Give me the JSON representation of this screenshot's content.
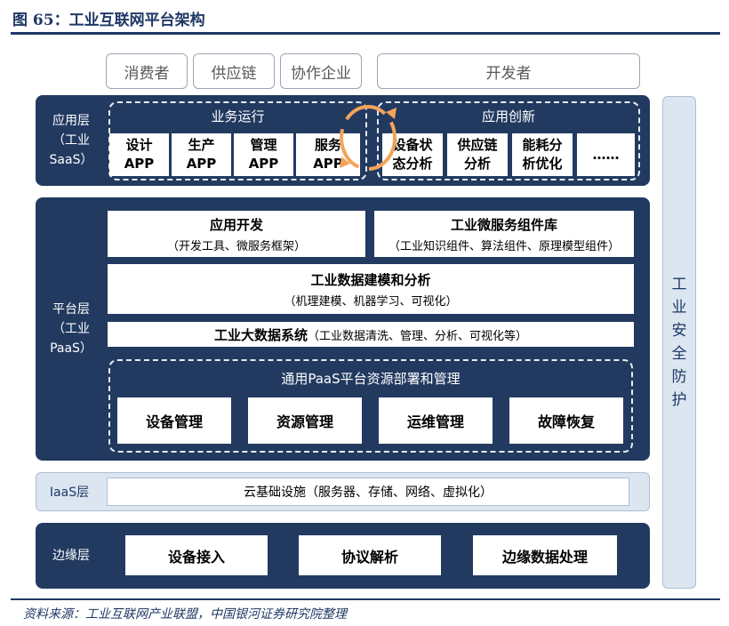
{
  "figure": {
    "title": "图 65：工业互联网平台架构",
    "source": "资料来源：工业互联网产业联盟，中国银河证券研究院整理"
  },
  "actors": [
    "消费者",
    "供应链",
    "协作企业",
    "开发者"
  ],
  "application_layer": {
    "label": "应用层\n（工业SaaS）",
    "business_ops": {
      "title": "业务运行",
      "apps": [
        "设计\nAPP",
        "生产\nAPP",
        "管理\nAPP",
        "服务\nAPP"
      ]
    },
    "app_innovation": {
      "title": "应用创新",
      "apps": [
        "设备状\n态分析",
        "供应链\n分析",
        "能耗分\n析优化",
        "……"
      ]
    }
  },
  "platform_layer": {
    "label": "平台层\n（工业PaaS）",
    "app_dev": {
      "title": "应用开发",
      "subtitle": "（开发工具、微服务框架）"
    },
    "microservice_lib": {
      "title": "工业微服务组件库",
      "subtitle": "（工业知识组件、算法组件、原理模型组件）"
    },
    "data_modeling": {
      "title": "工业数据建模和分析",
      "subtitle": "（机理建模、机器学习、可视化）"
    },
    "big_data": {
      "title": "工业大数据系统",
      "subtitle": "（工业数据清洗、管理、分析、可视化等）"
    },
    "resource_mgmt": {
      "title": "通用PaaS平台资源部署和管理",
      "items": [
        "设备管理",
        "资源管理",
        "运维管理",
        "故障恢复"
      ]
    }
  },
  "iaas_layer": {
    "label": "IaaS层",
    "content": "云基础设施（服务器、存储、网络、虚拟化）"
  },
  "edge_layer": {
    "label": "边缘层",
    "items": [
      "设备接入",
      "协议解析",
      "边缘数据处理"
    ]
  },
  "security": {
    "label": "工业安全防护"
  },
  "colors": {
    "dark_navy": "#223a60",
    "light_blue": "#dbe6f1",
    "accent_orange": "#f5a35a"
  }
}
